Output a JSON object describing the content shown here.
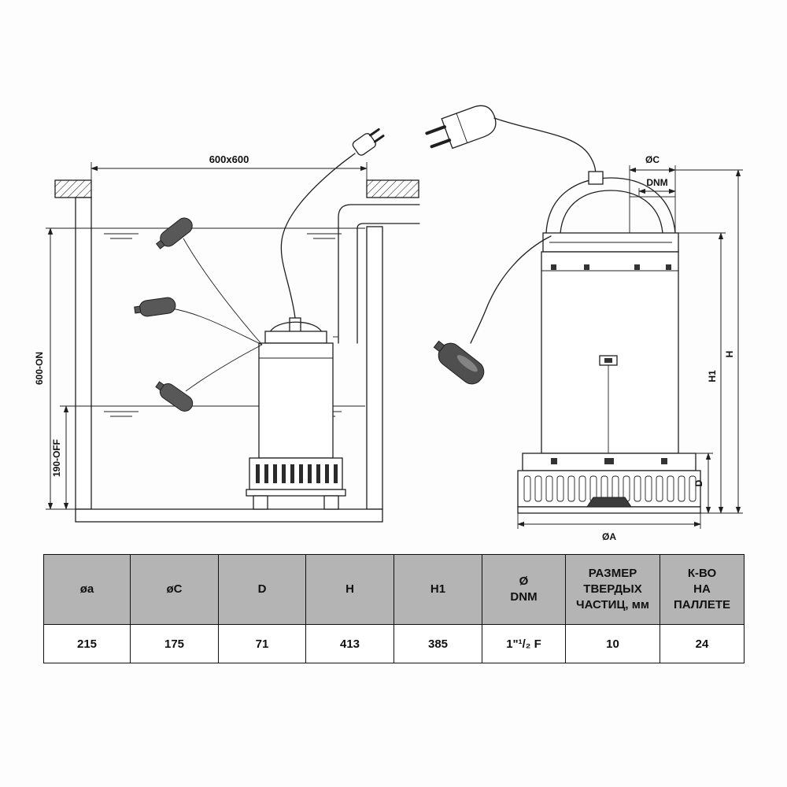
{
  "diagram": {
    "installation": {
      "pit_dimension": "600x600",
      "on_level": "600-ON",
      "off_level": "190-OFF"
    },
    "dimensions_view": {
      "dia_c": "ØC",
      "dnm": "DNM",
      "h": "H",
      "h1": "H1",
      "d": "D",
      "dia_a": "ØA"
    }
  },
  "table": {
    "headers": [
      "øa",
      "øC",
      "D",
      "H",
      "H1",
      "Ø\nDNM",
      "РАЗМЕР\nТВЕРДЫХ\nЧАСТИЦ, мм",
      "К-ВО\nНА\nПАЛЛЕТЕ"
    ],
    "values": [
      "215",
      "175",
      "71",
      "413",
      "385",
      "1\"¹/₂ F",
      "10",
      "24"
    ]
  }
}
